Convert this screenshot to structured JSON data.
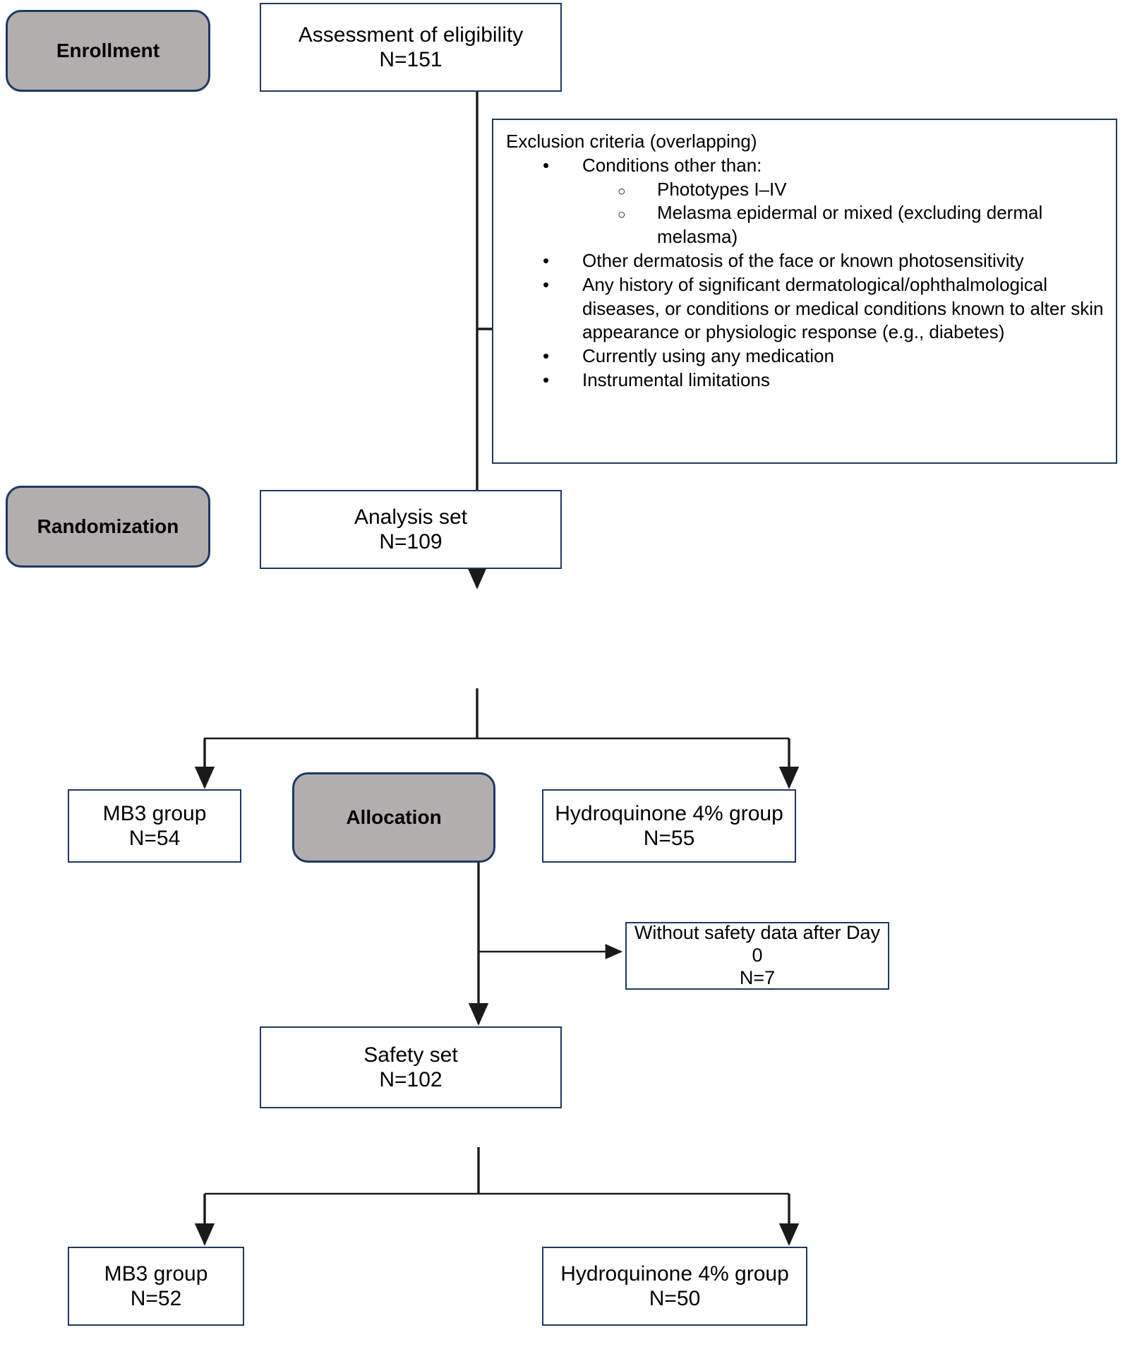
{
  "diagram": {
    "type": "consort-flow-diagram",
    "stages": [
      {
        "id": "enrollment",
        "label": "Enrollment"
      },
      {
        "id": "randomization",
        "label": "Randomization"
      },
      {
        "id": "allocation",
        "label": "Allocation"
      }
    ],
    "nodes": [
      {
        "id": "eligibility",
        "title": "Assessment of eligibility",
        "count": "N=151"
      },
      {
        "id": "analysis-set",
        "title": "Analysis set",
        "count": "N=109"
      },
      {
        "id": "mb3-alloc",
        "title": "MB3 group",
        "count": "N=54"
      },
      {
        "id": "hq-alloc",
        "title": "Hydroquinone 4% group",
        "count": "N=55"
      },
      {
        "id": "no-safety-data",
        "title": "Without safety data after Day 0",
        "count": "N=7"
      },
      {
        "id": "safety-set",
        "title": "Safety set",
        "count": "N=102"
      },
      {
        "id": "mb3-safety",
        "title": "MB3 group",
        "count": "N=52"
      },
      {
        "id": "hq-safety",
        "title": "Hydroquinone 4% group",
        "count": "N=50"
      }
    ],
    "exclusion": {
      "heading": "Exclusion criteria (overlapping)",
      "items": [
        {
          "level": 1,
          "text": "Conditions other than:"
        },
        {
          "level": 2,
          "text": "Phototypes I–IV"
        },
        {
          "level": 2,
          "text": "Melasma epidermal or mixed (excluding dermal melasma)"
        },
        {
          "level": 1,
          "text": "Other dermatosis of the face or known photosensitivity"
        },
        {
          "level": 1,
          "text": "Any history of significant dermatological/ophthalmological diseases, or conditions or medical conditions known to alter skin appearance or physiologic response (e.g., diabetes)"
        },
        {
          "level": 1,
          "text": "Currently using any medication"
        },
        {
          "level": 1,
          "text": "Instrumental limitations"
        }
      ]
    },
    "colors": {
      "border": "#1f3864",
      "stage_fill": "#b3aeae",
      "connector": "#1a1a1a",
      "background": "#ffffff"
    }
  }
}
